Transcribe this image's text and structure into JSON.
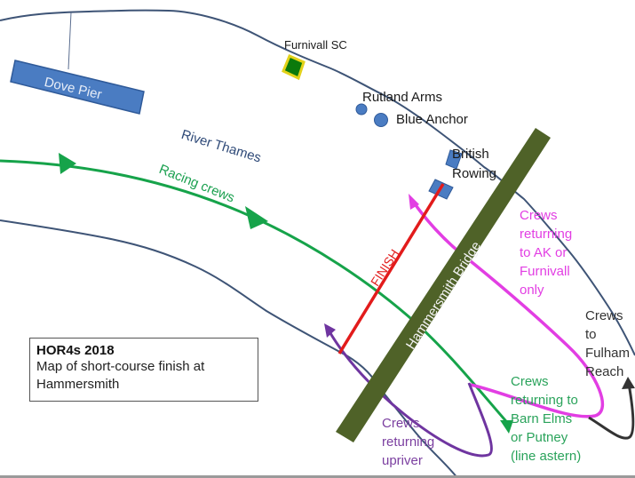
{
  "map": {
    "title": "HOR4s 2018",
    "description": "Map of short-course finish at Hammersmith",
    "colors": {
      "riverbank": "#3e5476",
      "racing": "#16a34a",
      "finish": "#e21b1b",
      "bridge": "#4f6228",
      "returning_ak_furnivall": "#e23ee3",
      "returning_upriver": "#6f35a0",
      "fulham_reach": "#333333",
      "pier": "#4a7cc2",
      "furnivall_sc_fill": "#0b7a0b",
      "furnivall_sc_border": "#e3d21a"
    },
    "labels": {
      "dove_pier": "Dove Pier",
      "furnivall_sc": "Furnivall SC",
      "rutland_arms": "Rutland Arms",
      "blue_anchor": "Blue Anchor",
      "british_rowing": [
        "British",
        "Rowing"
      ],
      "river": "River Thames",
      "racing_crews": "Racing crews",
      "finish": "FINISH",
      "bridge": "Hammersmith Bridge",
      "ak_furnivall": [
        "Crews",
        "returning",
        "to AK or",
        "Furnivall",
        "only"
      ],
      "fulham_reach": [
        "Crews",
        "to",
        "Fulham",
        "Reach"
      ],
      "barn_elms": [
        "Crews",
        "returning to",
        "Barn Elms",
        "or Putney",
        "(line astern)"
      ],
      "upriver": [
        "Crews",
        "returning",
        "upriver"
      ]
    },
    "icons": {
      "pub": "circle-marker",
      "club": "square-marker",
      "pier": "rectangle-marker"
    }
  }
}
